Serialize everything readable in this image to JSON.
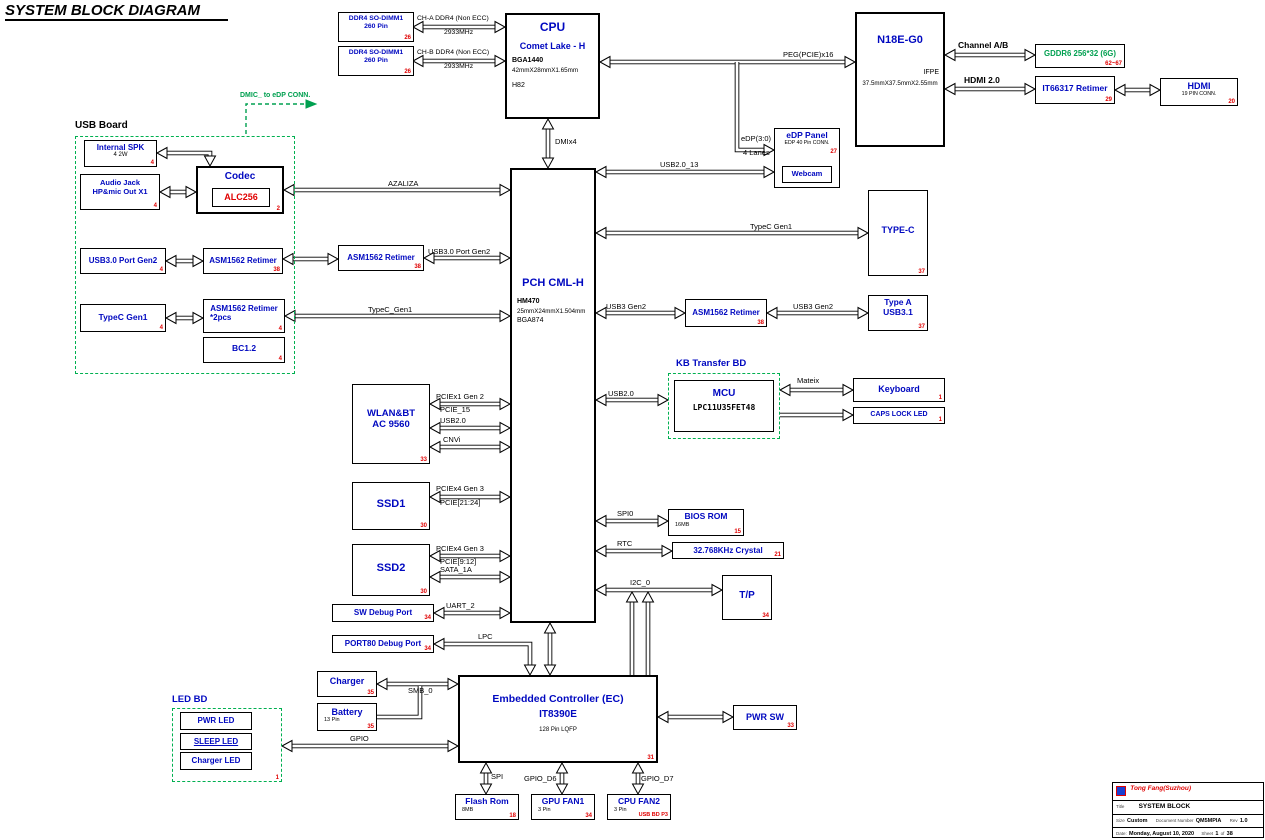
{
  "diagram_title": "SYSTEM BLOCK DIAGRAM",
  "colors": {
    "block_text": "#0008c0",
    "ref_red": "#e00000",
    "board_green": "#00b050"
  },
  "sections": {
    "usb_board": {
      "label": "USB Board"
    },
    "kb_bd": {
      "label": "KB Transfer BD"
    },
    "led_bd": {
      "label": "LED BD",
      "ref": "1"
    }
  },
  "blocks": {
    "dimm1": {
      "l1": "DDR4 SO-DIMM1",
      "l2": "260 Pin",
      "ref": "26"
    },
    "dimm2": {
      "l1": "DDR4 SO-DIMM1",
      "l2": "260 Pin",
      "ref": "26"
    },
    "cpu": {
      "t": "CPU",
      "l2": "Comet Lake - H",
      "l3": "BGA1440",
      "l4": "42mmX28mmX1.65mm",
      "l5": "H82"
    },
    "n18e": {
      "t": "N18E-G0",
      "sub": "IFPE",
      "dim": "37.5mmX37.5mmX2.55mm"
    },
    "gddr6": {
      "t": "GDDR6 256*32 (6G)",
      "ref": "62~67"
    },
    "it66317": {
      "t": "IT66317 Retimer",
      "ref": "29"
    },
    "hdmi": {
      "t": "HDMI",
      "sub": "19 PIN CONN.",
      "ref": "20"
    },
    "edp": {
      "t": "eDP Panel",
      "sub": "EDP 40 Pin CONN.",
      "webcam": "Webcam",
      "ref": "27"
    },
    "internal_spk": {
      "t": "Internal SPK",
      "sub": "4  2W",
      "ref": "4"
    },
    "audio_jack": {
      "l1": "Audio Jack",
      "l2": "HP&mic Out X1",
      "ref": "4"
    },
    "codec": {
      "t": "Codec",
      "chip": "ALC256",
      "ref": "2"
    },
    "usb3_port": {
      "t": "USB3.0 Port Gen2",
      "ref": "4"
    },
    "asm_a": {
      "t": "ASM1562 Retimer",
      "ref": "38"
    },
    "asm_b": {
      "t": "ASM1562 Retimer",
      "ref": "38"
    },
    "typec_gen1_blk": {
      "t": "TypeC Gen1",
      "ref": "4"
    },
    "asm_c": {
      "l1": "ASM1562 Retimer",
      "l2": "*2pcs",
      "ref": "4"
    },
    "bc12": {
      "t": "BC1.2",
      "ref": "4"
    },
    "pch": {
      "t": "PCH CML-H",
      "l2": "HM470",
      "l3": "25mmX24mmX1.504mm",
      "l4": "BGA874"
    },
    "typec": {
      "t": "TYPE-C",
      "ref": "37"
    },
    "asm_d": {
      "t": "ASM1562 Retimer",
      "ref": "38"
    },
    "type_a": {
      "l1": "Type A",
      "l2": "USB3.1",
      "ref": "37"
    },
    "mcu": {
      "t": "MCU",
      "chip": "LPC11U35FET48"
    },
    "keyboard": {
      "t": "Keyboard",
      "ref": "1"
    },
    "caps_led": {
      "t": "CAPS LOCK LED",
      "ref": "1"
    },
    "wlan": {
      "l1": "WLAN&BT",
      "l2": "AC 9560",
      "ref": "33"
    },
    "ssd1": {
      "t": "SSD1",
      "ref": "30"
    },
    "ssd2": {
      "t": "SSD2",
      "ref": "30"
    },
    "sw_debug": {
      "t": "SW Debug Port",
      "ref": "34"
    },
    "port80": {
      "t": "PORT80 Debug Port",
      "ref": "34"
    },
    "bios": {
      "t": "BIOS ROM",
      "sub": "16MB",
      "ref": "15"
    },
    "crystal": {
      "t": "32.768KHz Crystal",
      "ref": "21"
    },
    "tp": {
      "t": "T/P",
      "ref": "34"
    },
    "charger": {
      "t": "Charger",
      "ref": "35"
    },
    "battery": {
      "t": "Battery",
      "sub": "13 Pin",
      "ref": "35"
    },
    "ec": {
      "t": "Embedded Controller (EC)",
      "l2": "IT8390E",
      "l3": "128 Pin LQFP",
      "ref": "31"
    },
    "pwr_sw": {
      "t": "PWR SW",
      "ref": "33"
    },
    "pwr_led": {
      "t": "PWR LED"
    },
    "sleep_led": {
      "t": "SLEEP LED"
    },
    "charger_led": {
      "t": "Charger LED"
    },
    "flash_rom": {
      "t": "Flash Rom",
      "sub": "8MB",
      "ref": "18"
    },
    "gpu_fan": {
      "t": "GPU FAN1",
      "sub": "3 Pin",
      "ref": "34"
    },
    "cpu_fan": {
      "t": "CPU FAN2",
      "sub": "3 Pin",
      "note": "USB BD P3"
    }
  },
  "nets": {
    "cha": "CH-A DDR4 (Non ECC)",
    "cha_speed": "2933MHz",
    "chb": "CH-B DDR4 (Non ECC)",
    "chb_speed": "2933MHz",
    "dmic": "DMIC_ to eDP CONN.",
    "peg": "PEG(PCIE)x16",
    "channel_ab": "Channel A/B",
    "hdmi20": "HDMI 2.0",
    "dmi": "DMIx4",
    "azaliza": "AZALIZA",
    "usb2_13": "USB2.0_13",
    "edp30": "eDP(3:0)",
    "lanes": "4 Lanes",
    "typec_gen1_right": "TypeC Gen1",
    "usb3_port_gen2": "USB3.0 Port Gen2",
    "typec_gen1_left": "TypeC_Gen1",
    "usb3_gen2_a": "USB3 Gen2",
    "usb3_gen2_b": "USB3 Gen2",
    "usb2_kb": "USB2.0",
    "mateix": "Mateix",
    "pciex1": "PCIEx1 Gen 2",
    "pcie15": "PCIE_15",
    "usb2_wlan": "USB2.0",
    "cnvi": "CNVi",
    "pciex4_a": "PCIEx4 Gen 3",
    "pcie2124": "PCIE[21:24]",
    "pciex4_b": "PCIEx4 Gen 3",
    "pcie912": "PCIE[9:12]",
    "sata": "SATA_1A",
    "uart2": "UART_2",
    "lpc": "LPC",
    "spi0": "SPI0",
    "rtc": "RTC",
    "i2c0": "I2C_0",
    "smb0": "SMB_0",
    "gpio": "GPIO",
    "spi": "SPI",
    "gpio_d6": "GPIO_D6",
    "gpio_d7": "GPIO_D7"
  },
  "titleblock": {
    "company": "Tong Fang(Suzhou)",
    "title_label": "Title",
    "title": "SYSTEM BLOCK",
    "size_label": "Size",
    "size": "Custom",
    "doc_label": "Document Number",
    "doc": "QM5MPIA",
    "rev_label": "Rev",
    "rev": "1.0",
    "date_label": "Date:",
    "date": "Monday, August 10, 2020",
    "sheet_label": "Sheet",
    "sheet": "1",
    "of_label": "of",
    "total": "38"
  }
}
